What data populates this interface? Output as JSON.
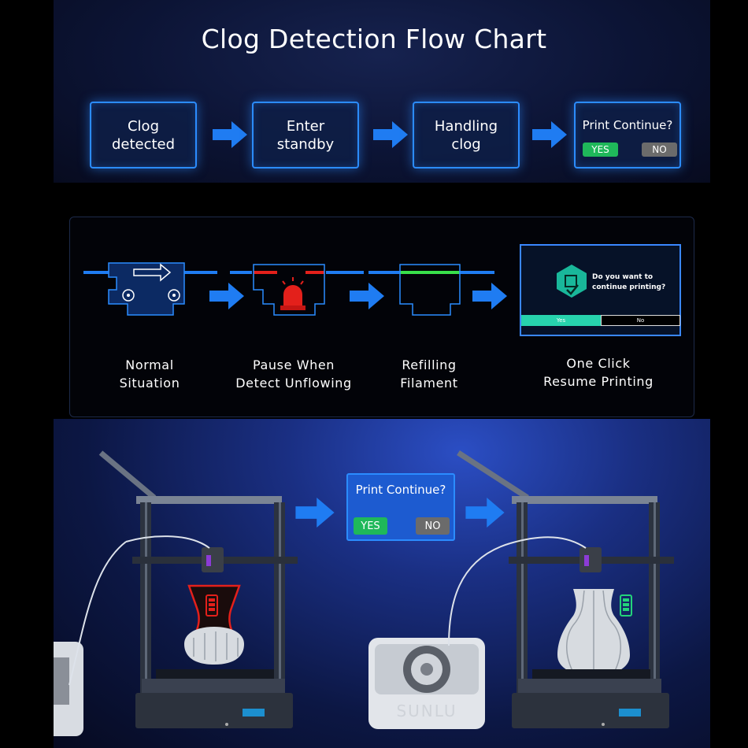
{
  "title": "Clog Detection Flow Chart",
  "flow": {
    "steps": [
      "Clog\ndetected",
      "Enter\nstandby",
      "Handling\nclog"
    ],
    "final": {
      "question": "Print Continue?",
      "yes": "YES",
      "no": "NO"
    }
  },
  "stages": {
    "captions": [
      "Normal\nSituation",
      "Pause When\nDetect Unflowing",
      "Refilling\nFilament",
      "One Click\nResume Printing"
    ],
    "screen": {
      "message": "Do you want to\ncontinue printing?",
      "yes": "Yes",
      "no": "No"
    }
  },
  "printers": {
    "popup": {
      "question": "Print Continue?",
      "yes": "YES",
      "no": "NO"
    },
    "dryer_brand": "SUNLU"
  },
  "colors": {
    "accent": "#2b8cff",
    "yes_green": "#1fb85a",
    "no_grey": "#6b6b6b",
    "alert_red": "#e3201b",
    "ok_green": "#23d37a"
  }
}
